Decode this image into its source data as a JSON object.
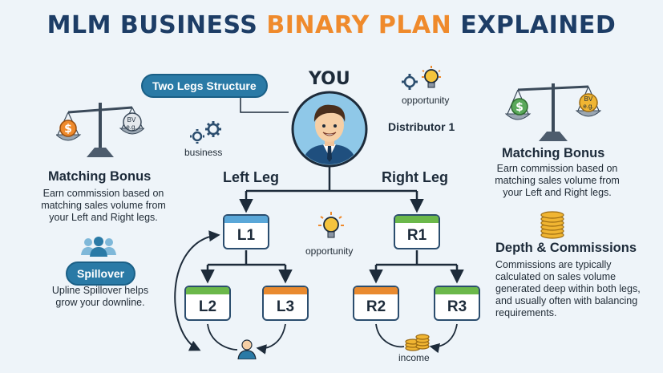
{
  "title": {
    "part1": "MLM BUSINESS ",
    "accent": "BINARY PLAN",
    "part2": " EXPLAINED"
  },
  "labels": {
    "two_legs": "Two Legs Structure",
    "you": "YOU",
    "distributor": "Distributor 1",
    "business": "business",
    "opportunity_top": "opportunity",
    "opportunity_mid": "opportunity",
    "left_leg": "Left Leg",
    "right_leg": "Right Leg",
    "income": "income"
  },
  "scale_badge": "BV\ne.g.",
  "left_panel": {
    "matching_title": "Matching Bonus",
    "matching_text": "Earn commission based on matching sales volume from your Left and Right legs.",
    "spillover_label": "Spillover",
    "spillover_text": "Upline Spillover helps grow your downline."
  },
  "right_panel": {
    "matching_title": "Matching Bonus",
    "matching_text": "Earn commission based on matching sales volume from your Left and Right legs.",
    "depth_title": "Depth & Commissions",
    "depth_text": "Commissions are typically calculated on sales volume generated deep within both legs, and usually often with balancing requirements."
  },
  "nodes": {
    "l1": "L1",
    "r1": "R1",
    "l2": "L2",
    "l3": "L3",
    "r2": "R2",
    "r3": "R3"
  },
  "colors": {
    "navy": "#1d3d66",
    "accent": "#ef8a2c",
    "blue": "#5aa7d8",
    "green": "#6bb84a",
    "orange": "#e98a2f",
    "pill": "#2a7aa6"
  }
}
